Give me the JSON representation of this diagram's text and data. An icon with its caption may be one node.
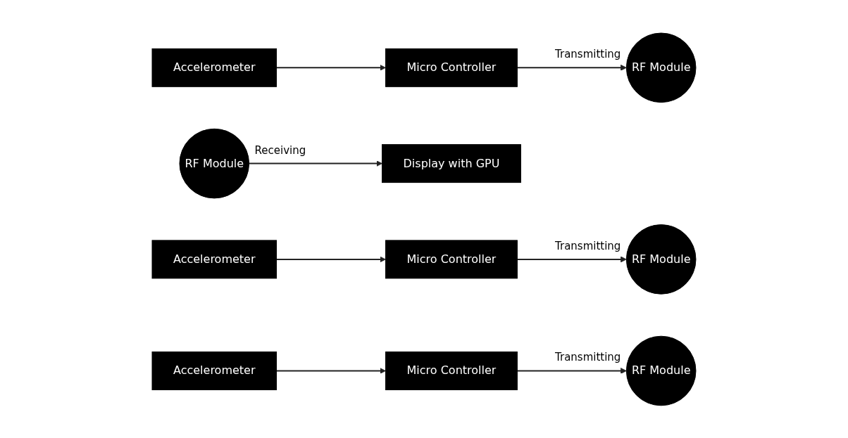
{
  "diagram": {
    "nodes": [
      {
        "text": [
          "Accelerometer"
        ]
      },
      {
        "text": [
          "Micro Controller"
        ]
      },
      {
        "text": [
          "RF Module"
        ],
        "beside": [
          "Transmitting"
        ]
      },
      {
        "text": [
          "RF Module"
        ],
        "beside": [
          "Receiving"
        ]
      },
      {
        "text": [
          "Display with GPU"
        ]
      },
      {
        "text": [
          "Accelerometer"
        ]
      },
      {
        "text": [
          "Micro Controller"
        ]
      },
      {
        "text": [
          "RF Module"
        ],
        "beside": [
          "Transmitting"
        ]
      },
      {
        "text": [
          "Accelerometer"
        ]
      },
      {
        "text": [
          "Micro Controller"
        ]
      },
      {
        "text": [
          "RF Module"
        ],
        "beside": [
          "Transmitting"
        ]
      }
    ],
    "edges": [
      {
        "from": 0,
        "to": 1,
        "arrow": "to"
      },
      {
        "from": 1,
        "to": 2,
        "arrow": "to"
      },
      {
        "from": 3,
        "to": 4,
        "arrow": "to"
      },
      {
        "from": 5,
        "to": 6,
        "arrow": "to"
      },
      {
        "from": 6,
        "to": 7,
        "arrow": "to"
      },
      {
        "from": 8,
        "to": 9,
        "arrow": "to"
      },
      {
        "from": 9,
        "to": 10,
        "arrow": "to"
      }
    ]
  }
}
